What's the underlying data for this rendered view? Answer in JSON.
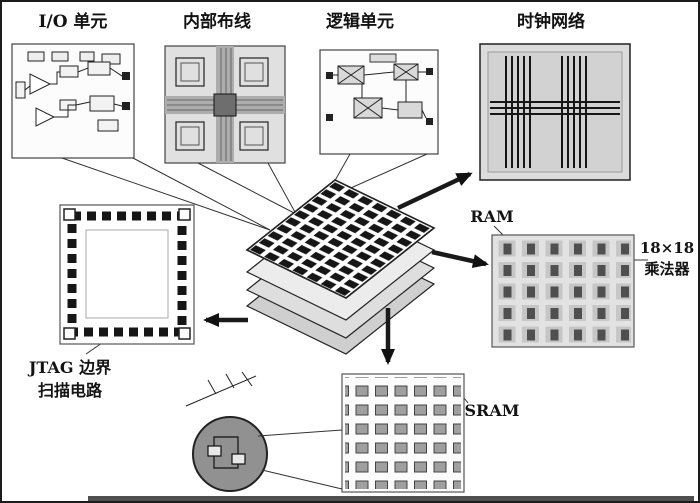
{
  "labels": {
    "io_unit": "I/O 单元",
    "internal_routing": "内部布线",
    "logic_unit": "逻辑单元",
    "clock_network": "时钟网络",
    "ram": "RAM",
    "multiplier_line1": "18×18",
    "multiplier_line2": "乘法器",
    "jtag_line1": "JTAG 边界",
    "jtag_line2": "扫描电路",
    "sram": "SRAM"
  },
  "colors": {
    "line": "#1a1a1a",
    "panel_gray": "#e0e0e0",
    "cell_dark": "#4f4f4f",
    "layer_cell": "#161616",
    "background": "#ffffff"
  }
}
